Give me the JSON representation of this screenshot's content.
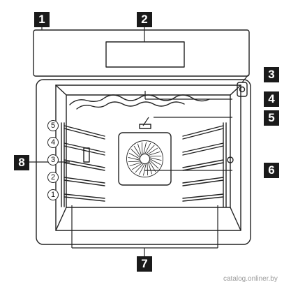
{
  "callouts": [
    "1",
    "2",
    "3",
    "4",
    "5",
    "6",
    "7",
    "8"
  ],
  "shelf_levels": [
    "5",
    "4",
    "3",
    "2",
    "1"
  ],
  "watermark": "catalog.onliner.by",
  "colors": {
    "line": "#222222",
    "callout_bg": "#1a1a1a",
    "callout_fg": "#ffffff"
  }
}
